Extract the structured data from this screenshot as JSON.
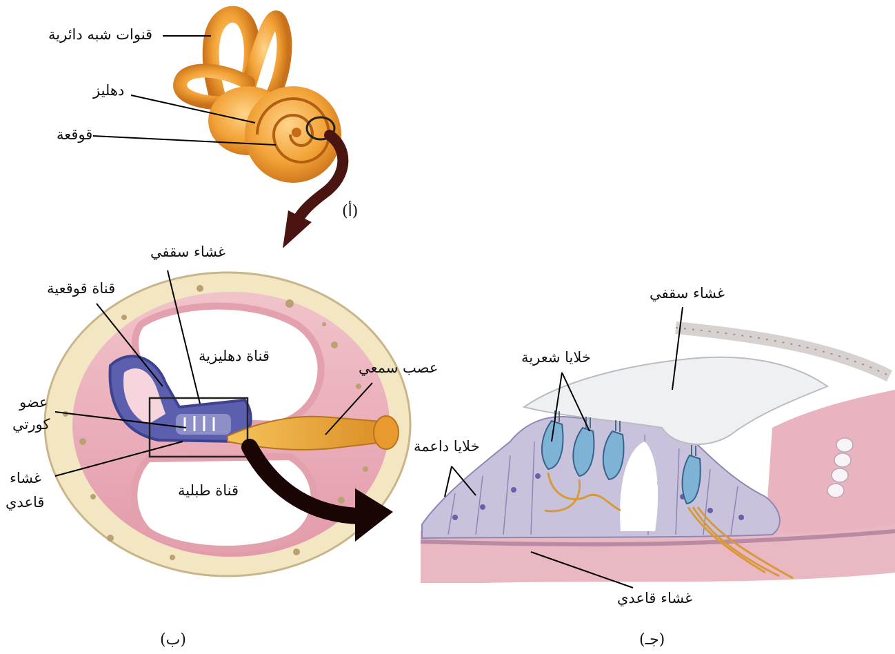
{
  "panel_a": {
    "caption": "(أ)",
    "labels": {
      "semicircular_canals": "قنوات شبه دائرية",
      "vestibule": "دهليز",
      "cochlea": "قوقعة"
    }
  },
  "panel_b": {
    "caption": "(ب)",
    "labels": {
      "tectorial_membrane": "غشاء سقفي",
      "cochlear_duct": "قناة قوقعية",
      "vestibular_canal": "قناة دهليزية",
      "auditory_nerve": "عصب سمعي",
      "organ_of_corti_line1": "عضو",
      "organ_of_corti_line2": "كورتي",
      "basilar_membrane_line1": "غشاء",
      "basilar_membrane_line2": "قاعدي",
      "tympanic_canal": "قناة طبلية"
    }
  },
  "panel_c": {
    "caption": "(جـ)",
    "labels": {
      "tectorial_membrane": "غشاء سقفي",
      "hair_cells": "خلايا شعرية",
      "supporting_cells": "خلايا داعمة",
      "basilar_membrane": "غشاء قاعدي"
    }
  },
  "colors": {
    "bone": "#f3e6c3",
    "bone_pore": "#b9a173",
    "pink_tissue": "#e6a7b6",
    "cochlear_duct": "#5b5fae",
    "nerve": "#e5a53a",
    "inner_ear": "#f0a030",
    "arrow": "#4a1410",
    "hair_cell": "#7fb3d6",
    "supporting_cell": "#c8c2dc",
    "tectorial": "#eef0f2"
  }
}
